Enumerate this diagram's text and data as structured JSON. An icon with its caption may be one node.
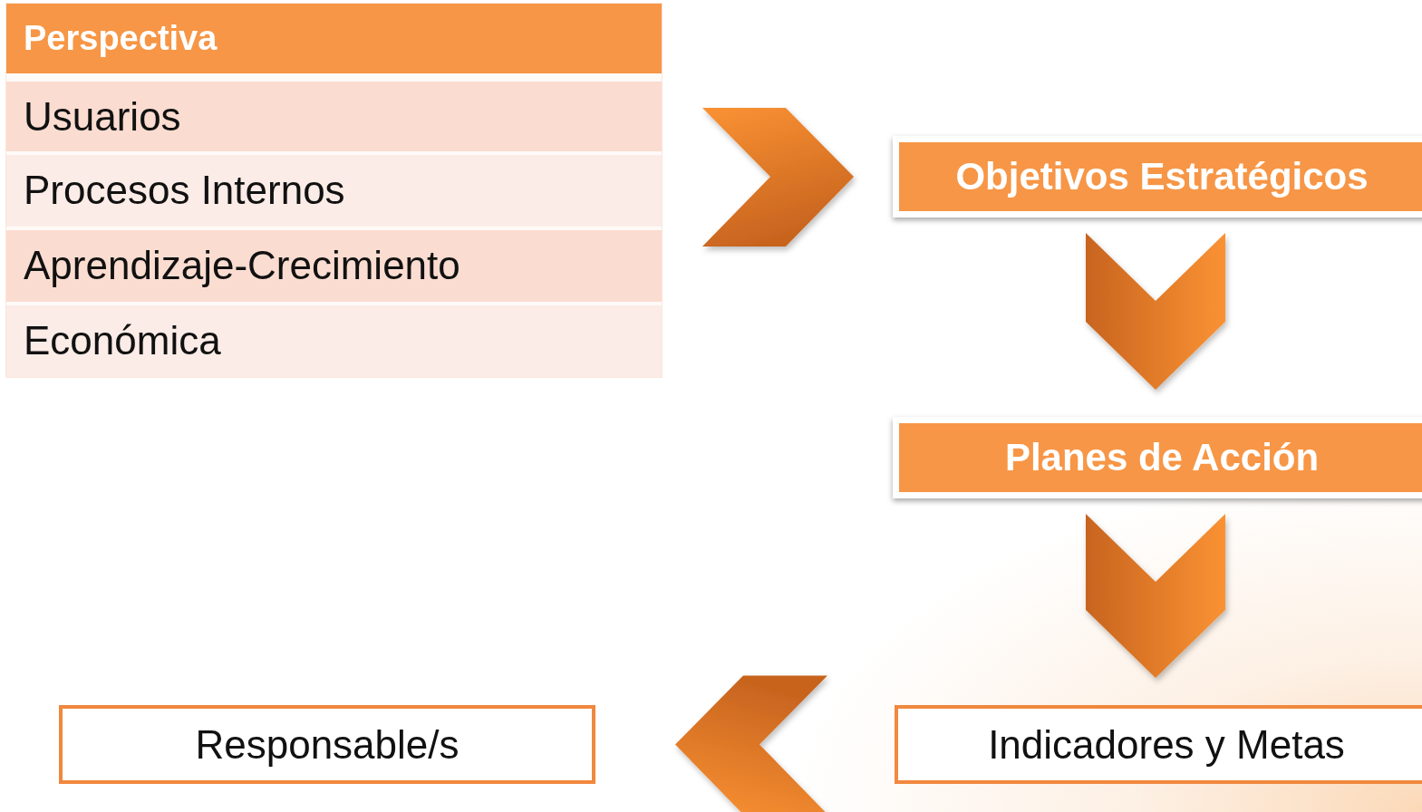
{
  "diagram": {
    "nodes": [
      {
        "text": [
          "Perspectiva"
        ]
      },
      {
        "text": [
          "Usuarios"
        ],
        "in": 0
      },
      {
        "text": [
          "Procesos Internos"
        ],
        "in": 0
      },
      {
        "text": [
          "Aprendizaje-Crecimiento"
        ],
        "in": 0
      },
      {
        "text": [
          "Económica"
        ],
        "in": 0
      },
      {
        "text": [
          "Objetivos Estratégicos"
        ]
      },
      {
        "text": [
          "Planes de Acción"
        ]
      },
      {
        "text": [
          "Indicadores y Metas"
        ]
      },
      {
        "text": [
          "Responsable/s"
        ]
      }
    ],
    "edges": [
      {
        "from": 0,
        "to": 5,
        "arrow": "to"
      },
      {
        "from": 5,
        "to": 6,
        "arrow": "to"
      },
      {
        "from": 6,
        "to": 7,
        "arrow": "to"
      },
      {
        "from": 7,
        "to": 8,
        "arrow": "to"
      }
    ]
  }
}
